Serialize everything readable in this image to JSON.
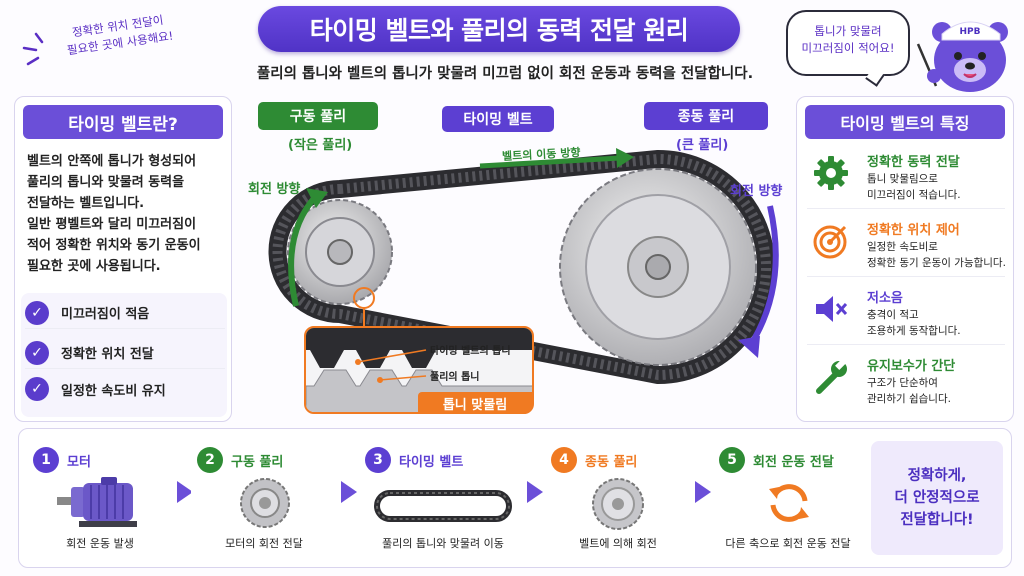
{
  "header": {
    "title": "타이밍 벨트와 풀리의 동력 전달 원리",
    "subtitle": "풀리의 톱니와 벨트의 톱니가 맞물려 미끄럼 없이 회전 운동과 동력을 전달합니다.",
    "note_left": [
      "정확한 위치 전달이",
      "필요한 곳에 사용해요!"
    ],
    "bubble": [
      "톱니가 맞물려",
      "미끄러짐이 적어요!"
    ],
    "mascot_cap": "HPB"
  },
  "left_panel": {
    "title": "타이밍 벨트란?",
    "description": [
      "벨트의 안쪽에 톱니가 형성되어",
      "풀리의 톱니와 맞물려 동력을",
      "전달하는 벨트입니다.",
      "일반 평벨트와 달리 미끄러짐이",
      "적어 정확한 위치와 동기 운동이",
      "필요한 곳에 사용됩니다."
    ],
    "checks": [
      "미끄러짐이 적음",
      "정확한 위치 전달",
      "일정한 속도비 유지"
    ]
  },
  "diagram": {
    "drive_label": "구동 풀리",
    "drive_sub": "(작은 풀리)",
    "belt_label": "타이밍 벨트",
    "driven_label": "종동 풀리",
    "driven_sub": "(큰 풀리)",
    "rotation_left": "회전 방향",
    "rotation_right": "회전 방향",
    "belt_direction": "벨트의 이동 방향",
    "zoom_belt_teeth": "타이밍 벨트의 톱니",
    "zoom_pulley_teeth": "풀리의 톱니",
    "zoom_tag": "톱니 맞물림"
  },
  "right_panel": {
    "title": "타이밍 벨트의 특징",
    "features": [
      {
        "title": "정확한 동력 전달",
        "desc": [
          "톱니 맞물림으로",
          "미끄러짐이 적습니다."
        ],
        "icon": "gear-icon",
        "color": "#2e8b34"
      },
      {
        "title": "정확한 위치 제어",
        "desc": [
          "일정한 속도비로",
          "정확한 동기 운동이 가능합니다."
        ],
        "icon": "target-icon",
        "color": "#f07a22"
      },
      {
        "title": "저소음",
        "desc": [
          "충격이 적고",
          "조용하게 동작합니다."
        ],
        "icon": "mute-speaker-icon",
        "color": "#5c3fd2"
      },
      {
        "title": "유지보수가 간단",
        "desc": [
          "구조가 단순하여",
          "관리하기 쉽습니다."
        ],
        "icon": "wrench-icon",
        "color": "#2e8b34"
      }
    ]
  },
  "steps": [
    {
      "num": "1",
      "title": "모터",
      "caption": "회전 운동 발생",
      "color": "#5c3fd2"
    },
    {
      "num": "2",
      "title": "구동 풀리",
      "caption": "모터의 회전 전달",
      "color": "#2e8b34"
    },
    {
      "num": "3",
      "title": "타이밍 벨트",
      "caption": "풀리의 톱니와 맞물려 이동",
      "color": "#5c3fd2"
    },
    {
      "num": "4",
      "title": "종동 풀리",
      "caption": "벨트에 의해 회전",
      "color": "#f07a22"
    },
    {
      "num": "5",
      "title": "회전 운동 전달",
      "caption": "다른 축으로 회전 운동 전달",
      "color": "#2e8b34"
    }
  ],
  "final_message": "정확하게,\n더 안정적으로\n전달합니다!"
}
